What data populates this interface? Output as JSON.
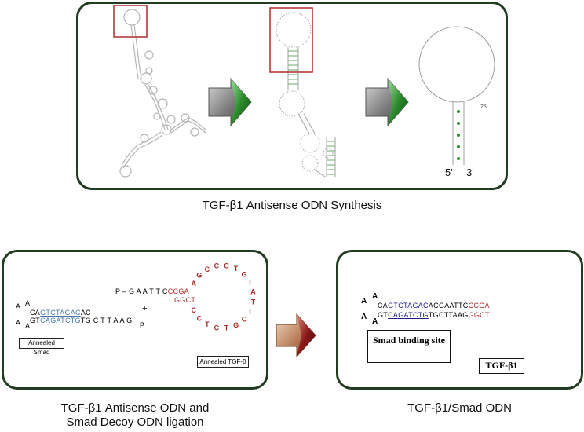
{
  "captions": {
    "top": "TGF-β1 Antisense ODN Synthesis",
    "bottom_left_line1": "TGF-β1  Antisense ODN and",
    "bottom_left_line2": "Smad Decoy ODN ligation",
    "bottom_right": "TGF-β1/Smad ODN"
  },
  "hairpin": {
    "end5": "5'",
    "end3": "3'",
    "index": "25"
  },
  "left_panel": {
    "a_top": "A",
    "a_bottom": "A",
    "strand1_prefix": "CA",
    "strand1_site": "GTCTAGAC",
    "strand1_suffix": "AC",
    "strand2_prefix": "GT",
    "strand2_site": "CAGATCTG",
    "strand2_suffix": "TG C T T A A G",
    "strand2_p": "P",
    "top_oligo": "P – G A A T T C",
    "top_red": "CCGA",
    "bottom_red": "GGCT",
    "plus": "+",
    "smad_label": "Annealed Smad",
    "tgf_label": "Annealed TGF-β"
  },
  "right_panel": {
    "a_top": "A",
    "a_bottom": "A",
    "strand1_prefix": "CA",
    "strand1_site": "GTCTAGAC",
    "strand1_suffix": "ACGAATTC",
    "strand1_red": "CCGA",
    "strand2_prefix": "GT",
    "strand2_site": "CAGATCTG",
    "strand2_suffix": "TGCTTAAG",
    "strand2_red": "GGCT",
    "smad_label": "Smad binding site",
    "tgf_label": "TGF-β1"
  },
  "loop_letters": [
    "A",
    "G",
    "C",
    "C",
    "C",
    "T",
    "G",
    "T",
    "A",
    "T",
    "T",
    "C",
    "G",
    "T",
    "C",
    "T",
    "C",
    "C"
  ],
  "colors": {
    "panel_border": "#233a23",
    "loop_red": "#b02a2a",
    "smad_blue": "#4a78b5",
    "arrow_green": "#2e8b2e",
    "arrow_red": "#8b1a1a"
  }
}
